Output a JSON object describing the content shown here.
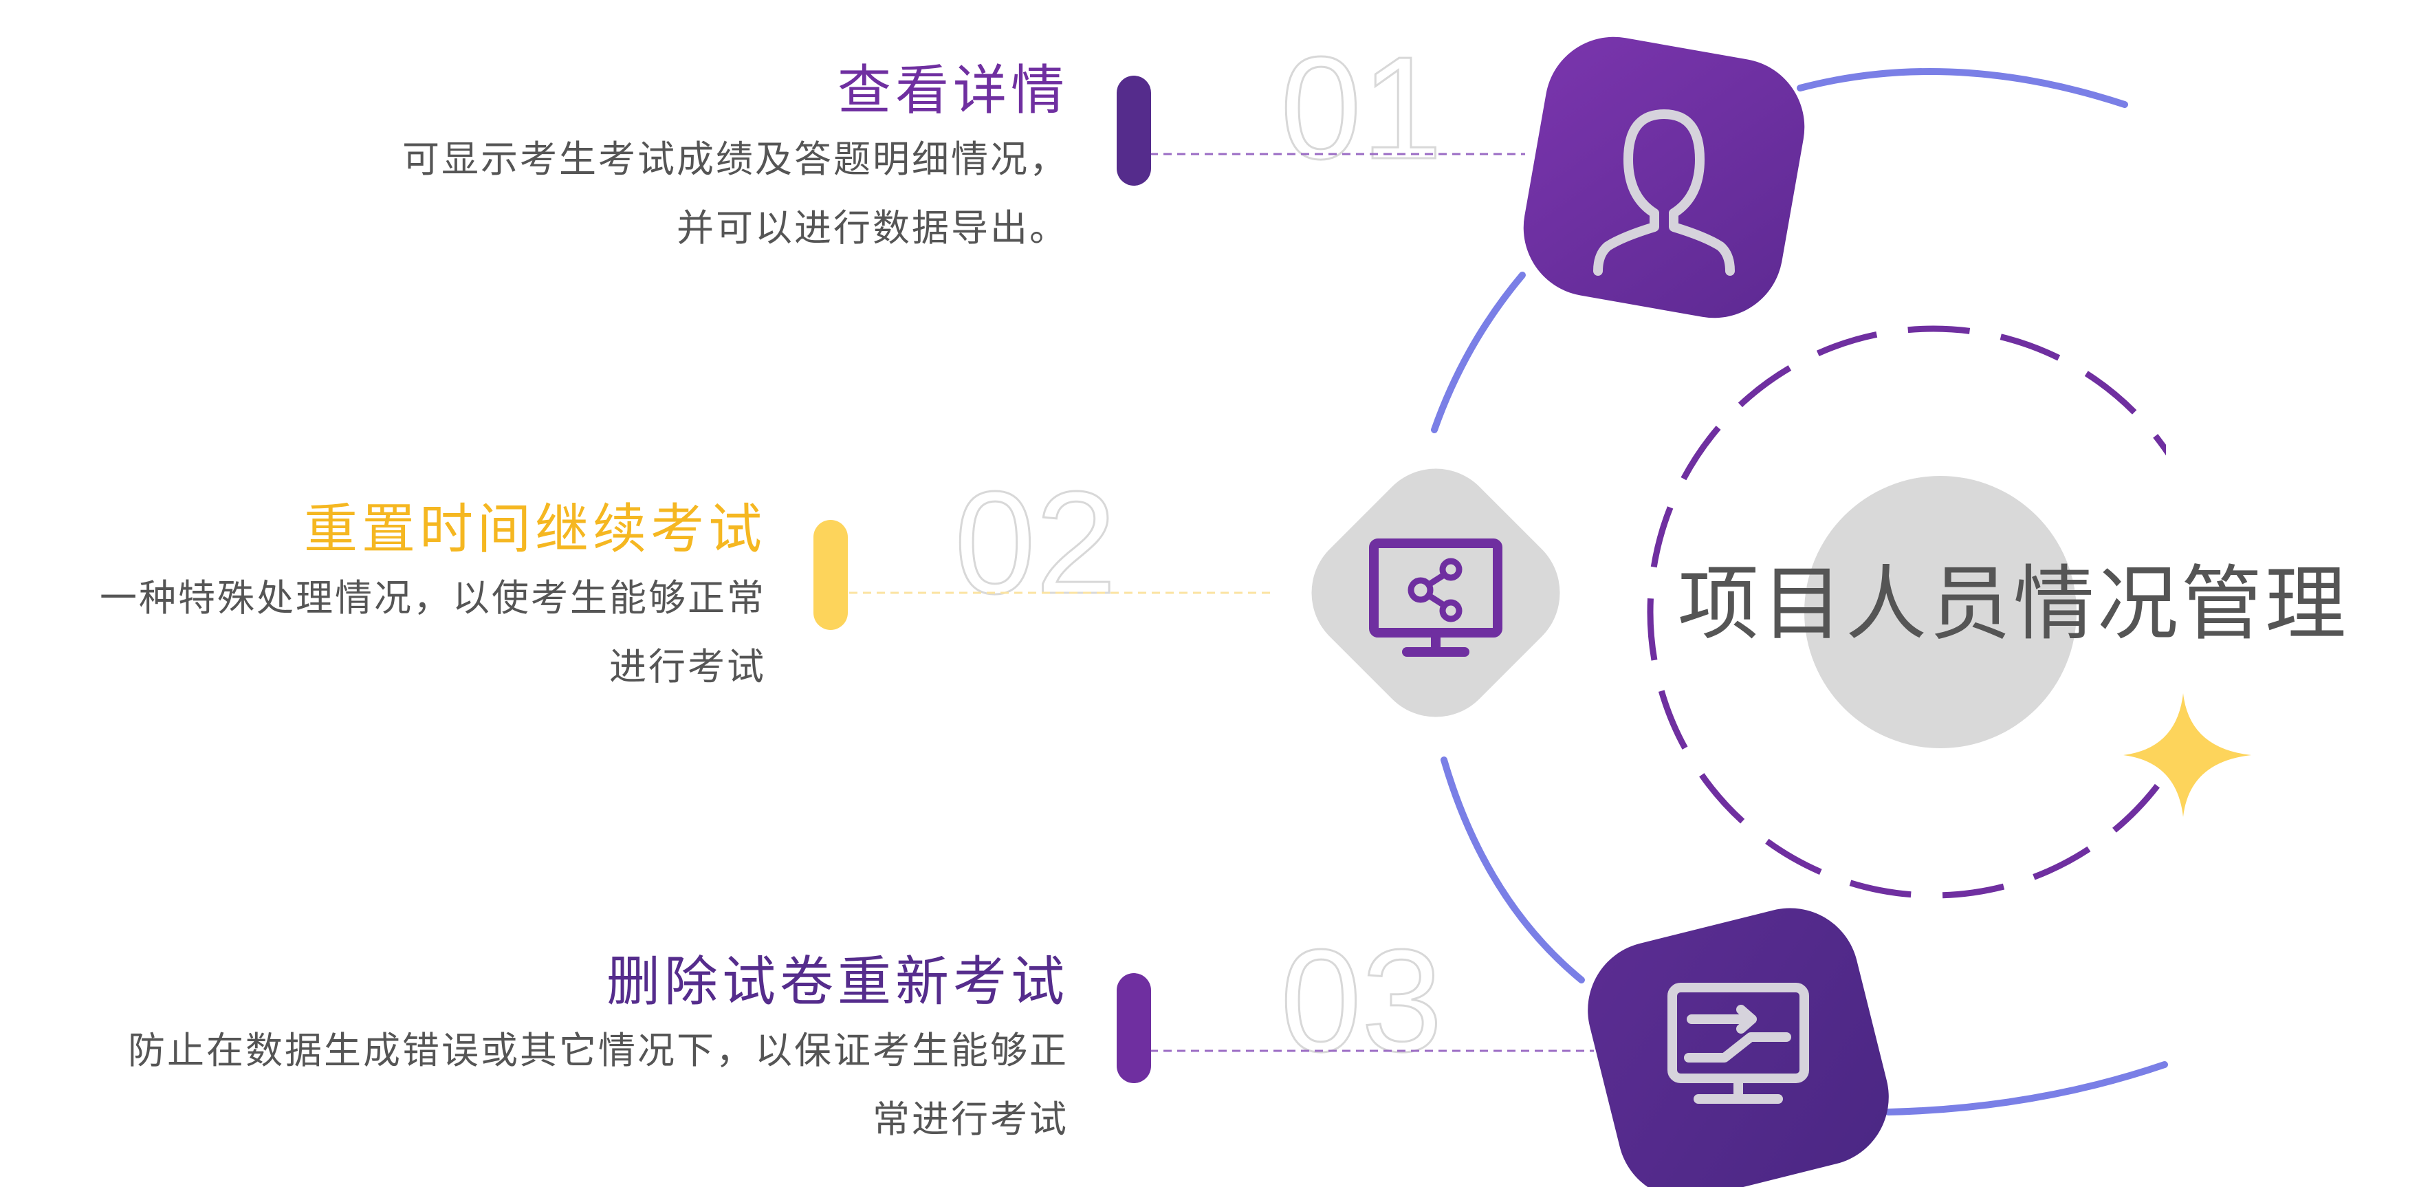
{
  "center": {
    "title": "项目人员情况管理"
  },
  "items": [
    {
      "number": "01",
      "title": "查看详情",
      "desc_lines": [
        "可显示考生考试成绩及答题明细情况，",
        "并可以进行数据导出。"
      ],
      "icon": "user-icon"
    },
    {
      "number": "02",
      "title": "重置时间继续考试",
      "desc_lines": [
        "一种特殊处理情况，以使考生能够正常",
        "进行考试"
      ],
      "icon": "monitor-share-icon"
    },
    {
      "number": "03",
      "title": "删除试卷重新考试",
      "desc_lines": [
        "防止在数据生成错误或其它情况下，以保证考生能够正",
        "常进行考试"
      ],
      "icon": "monitor-transfer-icon"
    }
  ],
  "colors": {
    "purple": "#6f2fa0",
    "deep_purple": "#552c8c",
    "yellow": "#fdd45b",
    "title_yellow": "#f5b721",
    "blue_ring": "#7a7fe6",
    "gray_shape": "#d9d9d9",
    "text_gray": "#555555"
  }
}
